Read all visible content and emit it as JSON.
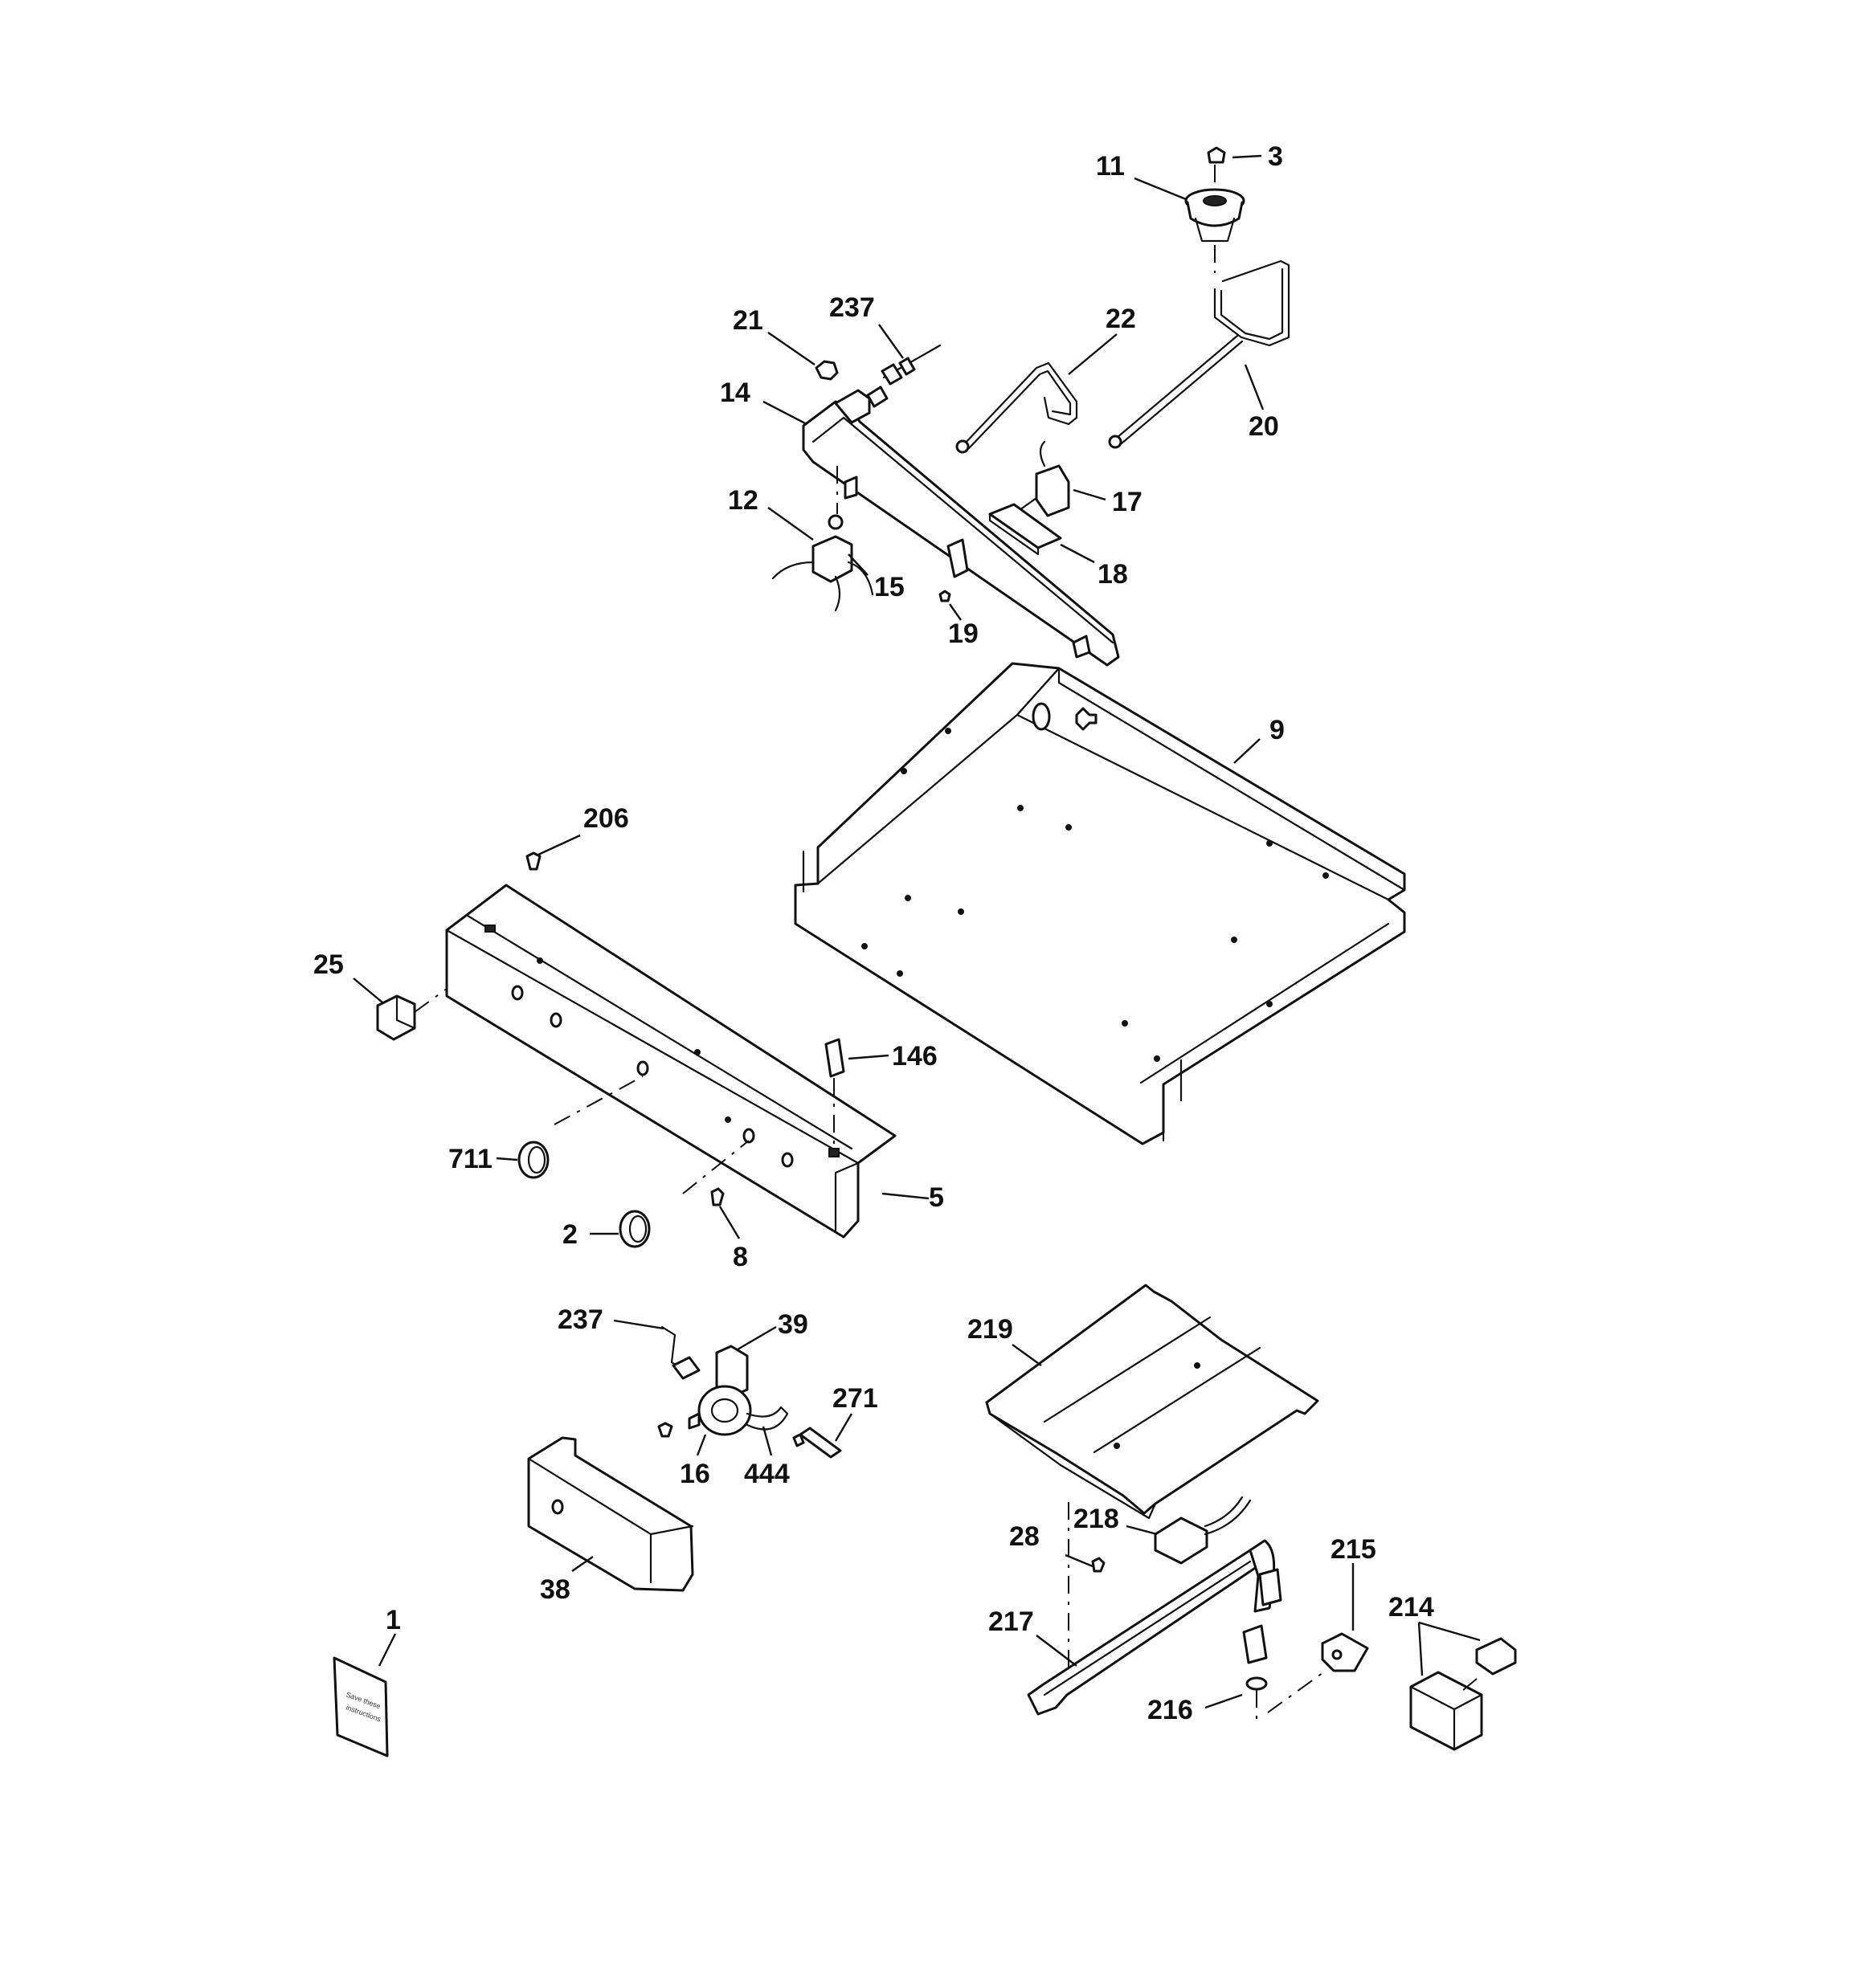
{
  "callouts": {
    "c3": "3",
    "c11": "11",
    "c237a": "237",
    "c21": "21",
    "c22": "22",
    "c20": "20",
    "c14": "14",
    "c17": "17",
    "c12": "12",
    "c18": "18",
    "c15": "15",
    "c19": "19",
    "c9": "9",
    "c206": "206",
    "c25": "25",
    "c146": "146",
    "c711": "711",
    "c5": "5",
    "c2": "2",
    "c8": "8",
    "c237b": "237",
    "c39": "39",
    "c271": "271",
    "c16": "16",
    "c444": "444",
    "c219": "219",
    "c38": "38",
    "c218": "218",
    "c28": "28",
    "c215": "215",
    "c217": "217",
    "c214": "214",
    "c1": "1",
    "c216": "216"
  }
}
